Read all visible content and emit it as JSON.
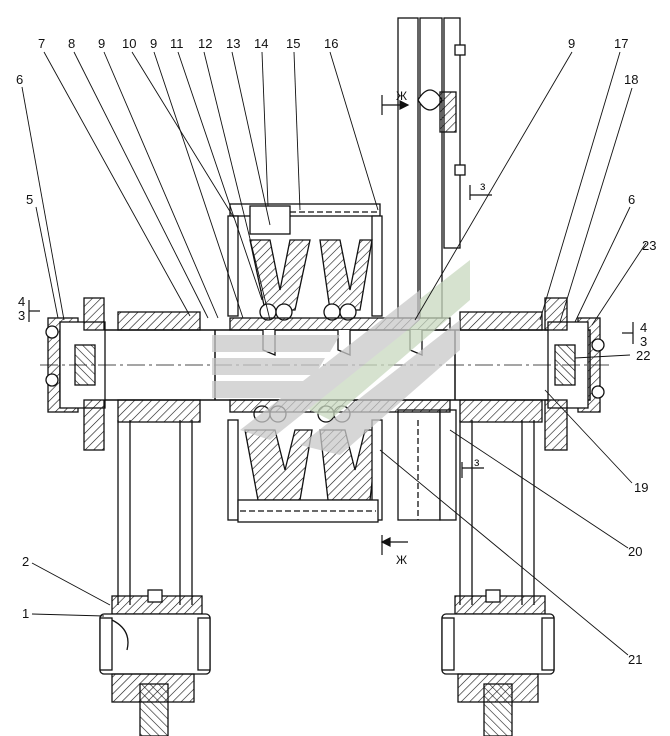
{
  "callouts": {
    "top": [
      "7",
      "8",
      "9",
      "10",
      "9",
      "11",
      "12",
      "13",
      "14",
      "15",
      "16",
      "9",
      "17",
      "18"
    ],
    "left": [
      "6",
      "5",
      "4",
      "3",
      "2",
      "1"
    ],
    "right": [
      "6",
      "23",
      "4",
      "3",
      "22",
      "19",
      "20",
      "21"
    ]
  },
  "section_marks": {
    "zh_top": "Ж",
    "zh_bottom": "Ж",
    "z_top": "з",
    "z_mid": "з"
  },
  "colors": {
    "line": "#111111",
    "hatch": "#111111",
    "watermark_gray": "#c9c9c9",
    "watermark_green": "#c9d9c0"
  }
}
